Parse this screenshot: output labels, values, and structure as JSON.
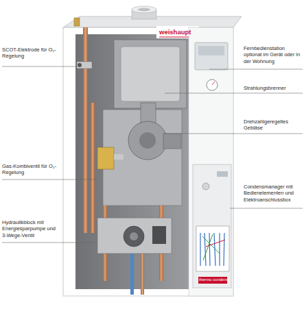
{
  "diagram": {
    "labels": [
      "weishaupt",
      "SCOT-Elektrode für O₂-Regelung",
      "Fernbedienstation optional im Gerät oder in der Wohnung",
      "Strahlungsbrenner",
      "Drehzahlgeregeltes Gebläse",
      "Gas-Kombiventil für O₂-Regelung",
      "Condensmanager mit Bedienelementen und Elektroanschlussbox",
      "Hydraulikblock mit Energiesparpumpe und 3-Wege-Ventil",
      "thermo condens"
    ]
  }
}
